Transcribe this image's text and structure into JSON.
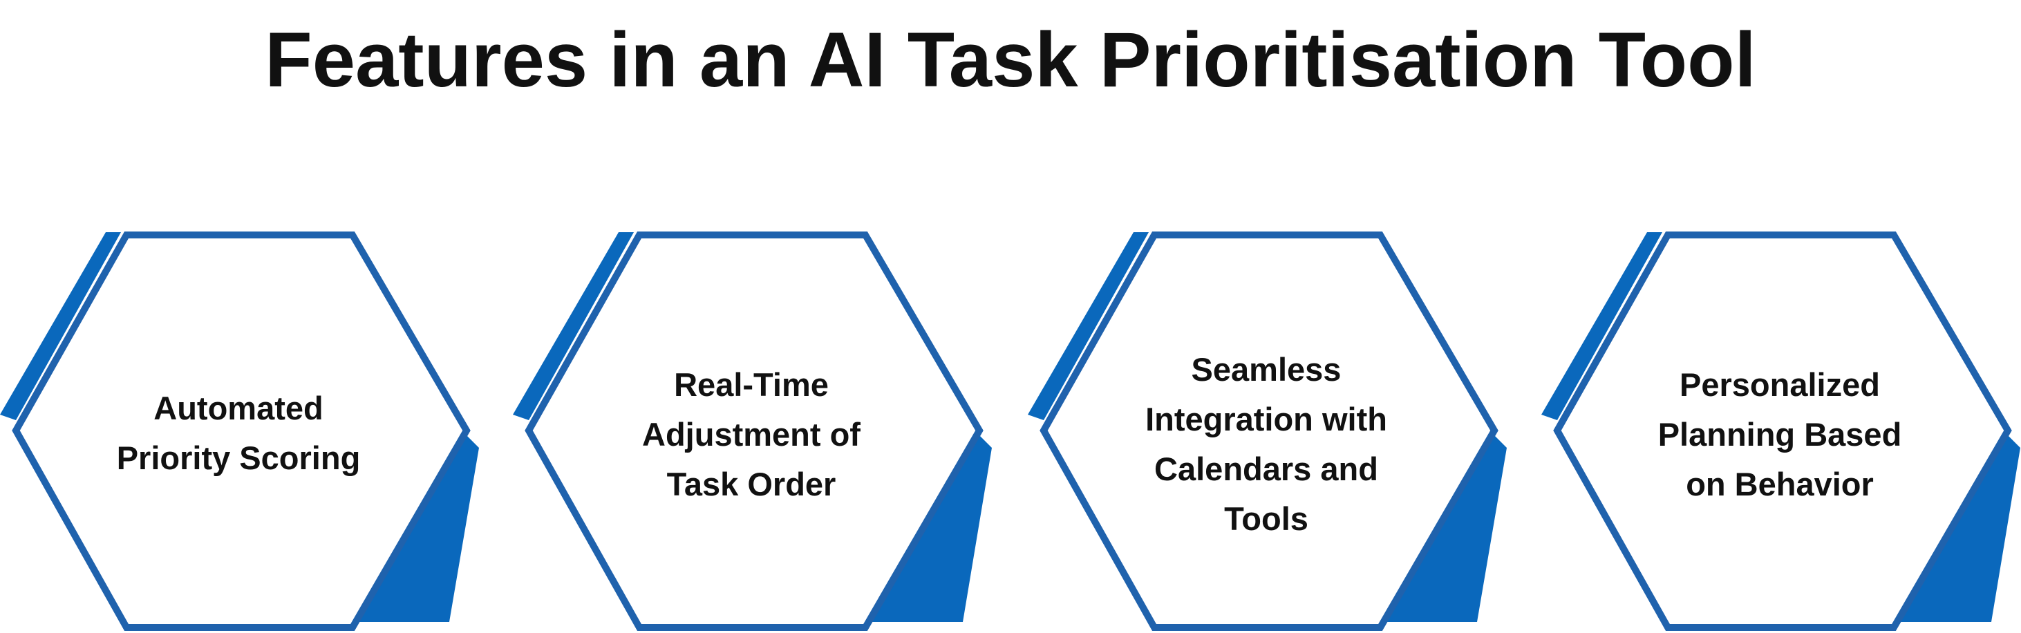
{
  "title": "Features in an AI Task Prioritisation Tool",
  "colors": {
    "hex_stroke": "#1f62ad",
    "hex_accent": "#0a68bc",
    "text": "#111111",
    "background": "#ffffff"
  },
  "features": [
    {
      "label": "Automated Priority Scoring"
    },
    {
      "label": "Real-Time Adjustment of Task Order"
    },
    {
      "label": "Seamless Integration with Calendars and Tools"
    },
    {
      "label": "Personalized Planning Based on Behavior"
    }
  ]
}
